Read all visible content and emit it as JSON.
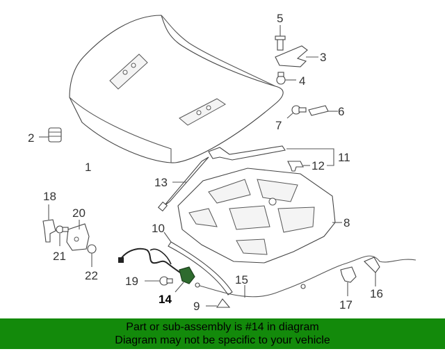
{
  "diagram": {
    "highlighted_callout": "14",
    "highlight_color": "#2e6b2e",
    "callouts": {
      "c1": "1",
      "c2": "2",
      "c3": "3",
      "c4": "4",
      "c5": "5",
      "c6": "6",
      "c7": "7",
      "c8": "8",
      "c9": "9",
      "c10": "10",
      "c11": "11",
      "c12": "12",
      "c13": "13",
      "c14": "14",
      "c15": "15",
      "c16": "16",
      "c17": "17",
      "c18": "18",
      "c19": "19",
      "c20": "20",
      "c21": "21",
      "c22": "22"
    }
  },
  "banner": {
    "line1": "Part or sub-assembly is #14 in diagram",
    "line2": "Diagram may not be specific to your vehicle",
    "background": "#138a0b"
  }
}
